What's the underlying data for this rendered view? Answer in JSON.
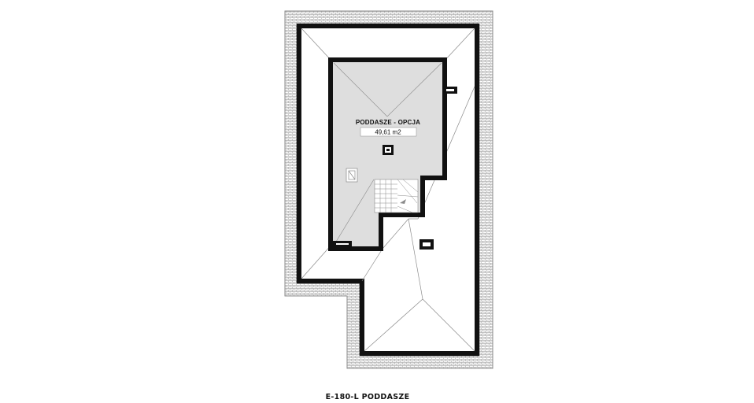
{
  "plan": {
    "room": {
      "name": "PODDASZE - OPCJA",
      "area": "49,61 m2"
    },
    "caption": "E-180-L PODDASZE",
    "colors": {
      "wall": "#111111",
      "room_fill": "#dedede",
      "roof_edge": "#8a8a8a",
      "background": "#ffffff"
    }
  }
}
